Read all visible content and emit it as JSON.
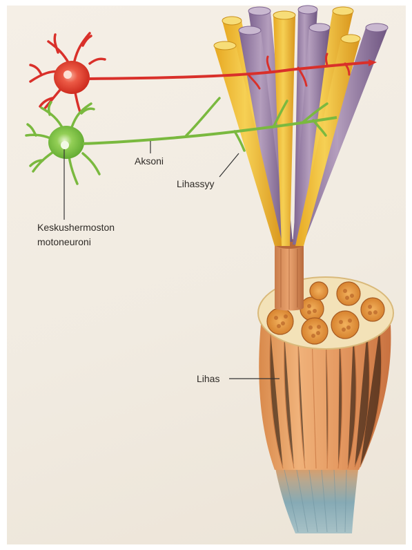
{
  "labels": {
    "neuron": [
      "Keskushermoston",
      "motoneuroni"
    ],
    "axon": "Aksoni",
    "muscle_fiber": "Lihassyy",
    "muscle": "Lihas"
  },
  "colors": {
    "paper": "#f3ede3",
    "neuron_red": "#e0362b",
    "neuron_green": "#7cc242",
    "fiber_yellow": "#f2c23c",
    "fiber_purple": "#9f86a8",
    "muscle_orange": "#e39a5e",
    "tendon_blue": "#8fb2bb",
    "leader_line": "#333333"
  }
}
